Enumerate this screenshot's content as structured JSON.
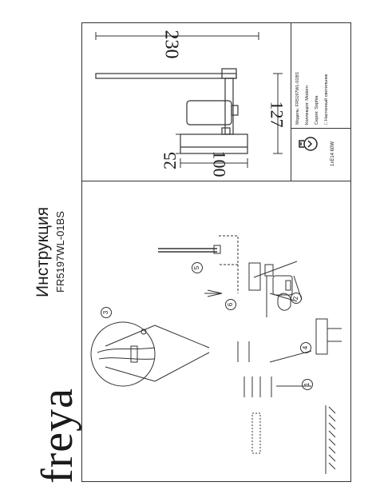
{
  "brand": {
    "logo_text": "freya"
  },
  "header": {
    "title": "Инструкция",
    "model_code": "FR5197WL-01BS"
  },
  "dimensions": {
    "width": "230",
    "height": "127",
    "depth": "100",
    "base": "25"
  },
  "spec": {
    "rows": [
      {
        "label": "Модель:",
        "value": "FR5197WL-01BS"
      },
      {
        "label": "Коллекция:",
        "value": "Modern"
      },
      {
        "label": "Серия:",
        "value": "Sophia"
      },
      {
        "label": "",
        "value": "Настенный светильник"
      }
    ],
    "lamp": "1xE14 60W"
  },
  "callouts": [
    "1",
    "2",
    "3",
    "4",
    "5",
    "6"
  ]
}
